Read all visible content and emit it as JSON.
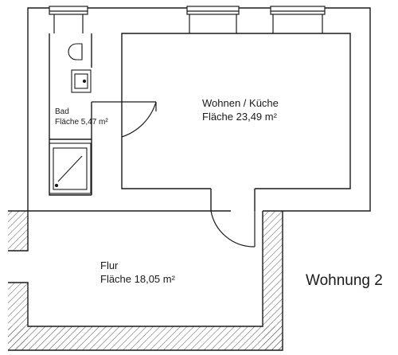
{
  "rooms": {
    "bath": {
      "name": "Bad",
      "area": "Fläche 5,47 m²"
    },
    "living": {
      "name": "Wohnen / Küche",
      "area": "Fläche 23,49 m²"
    },
    "hall": {
      "name": "Flur",
      "area": "Fläche 18,05 m²"
    }
  },
  "apartment": {
    "title": "Wohnung 2"
  },
  "colors": {
    "wall": "#1a1a1a",
    "hatch": "#555555",
    "background": "#ffffff"
  }
}
